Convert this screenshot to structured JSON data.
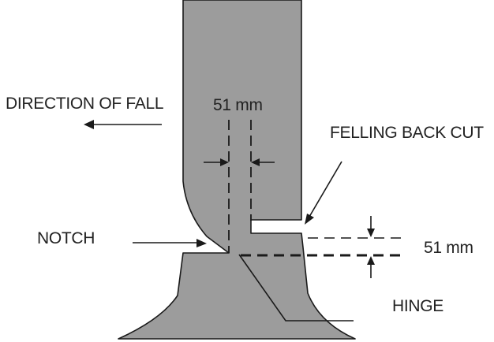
{
  "labels": {
    "direction_of_fall": "DIRECTION OF FALL",
    "notch_width": "51 mm",
    "felling_back_cut": "FELLING BACK CUT",
    "notch": "NOTCH",
    "back_cut_height": "51 mm",
    "hinge": "HINGE"
  },
  "colors": {
    "trunk_fill": "#9c9c9c",
    "stroke": "#1a1a1a",
    "text": "#222222"
  }
}
